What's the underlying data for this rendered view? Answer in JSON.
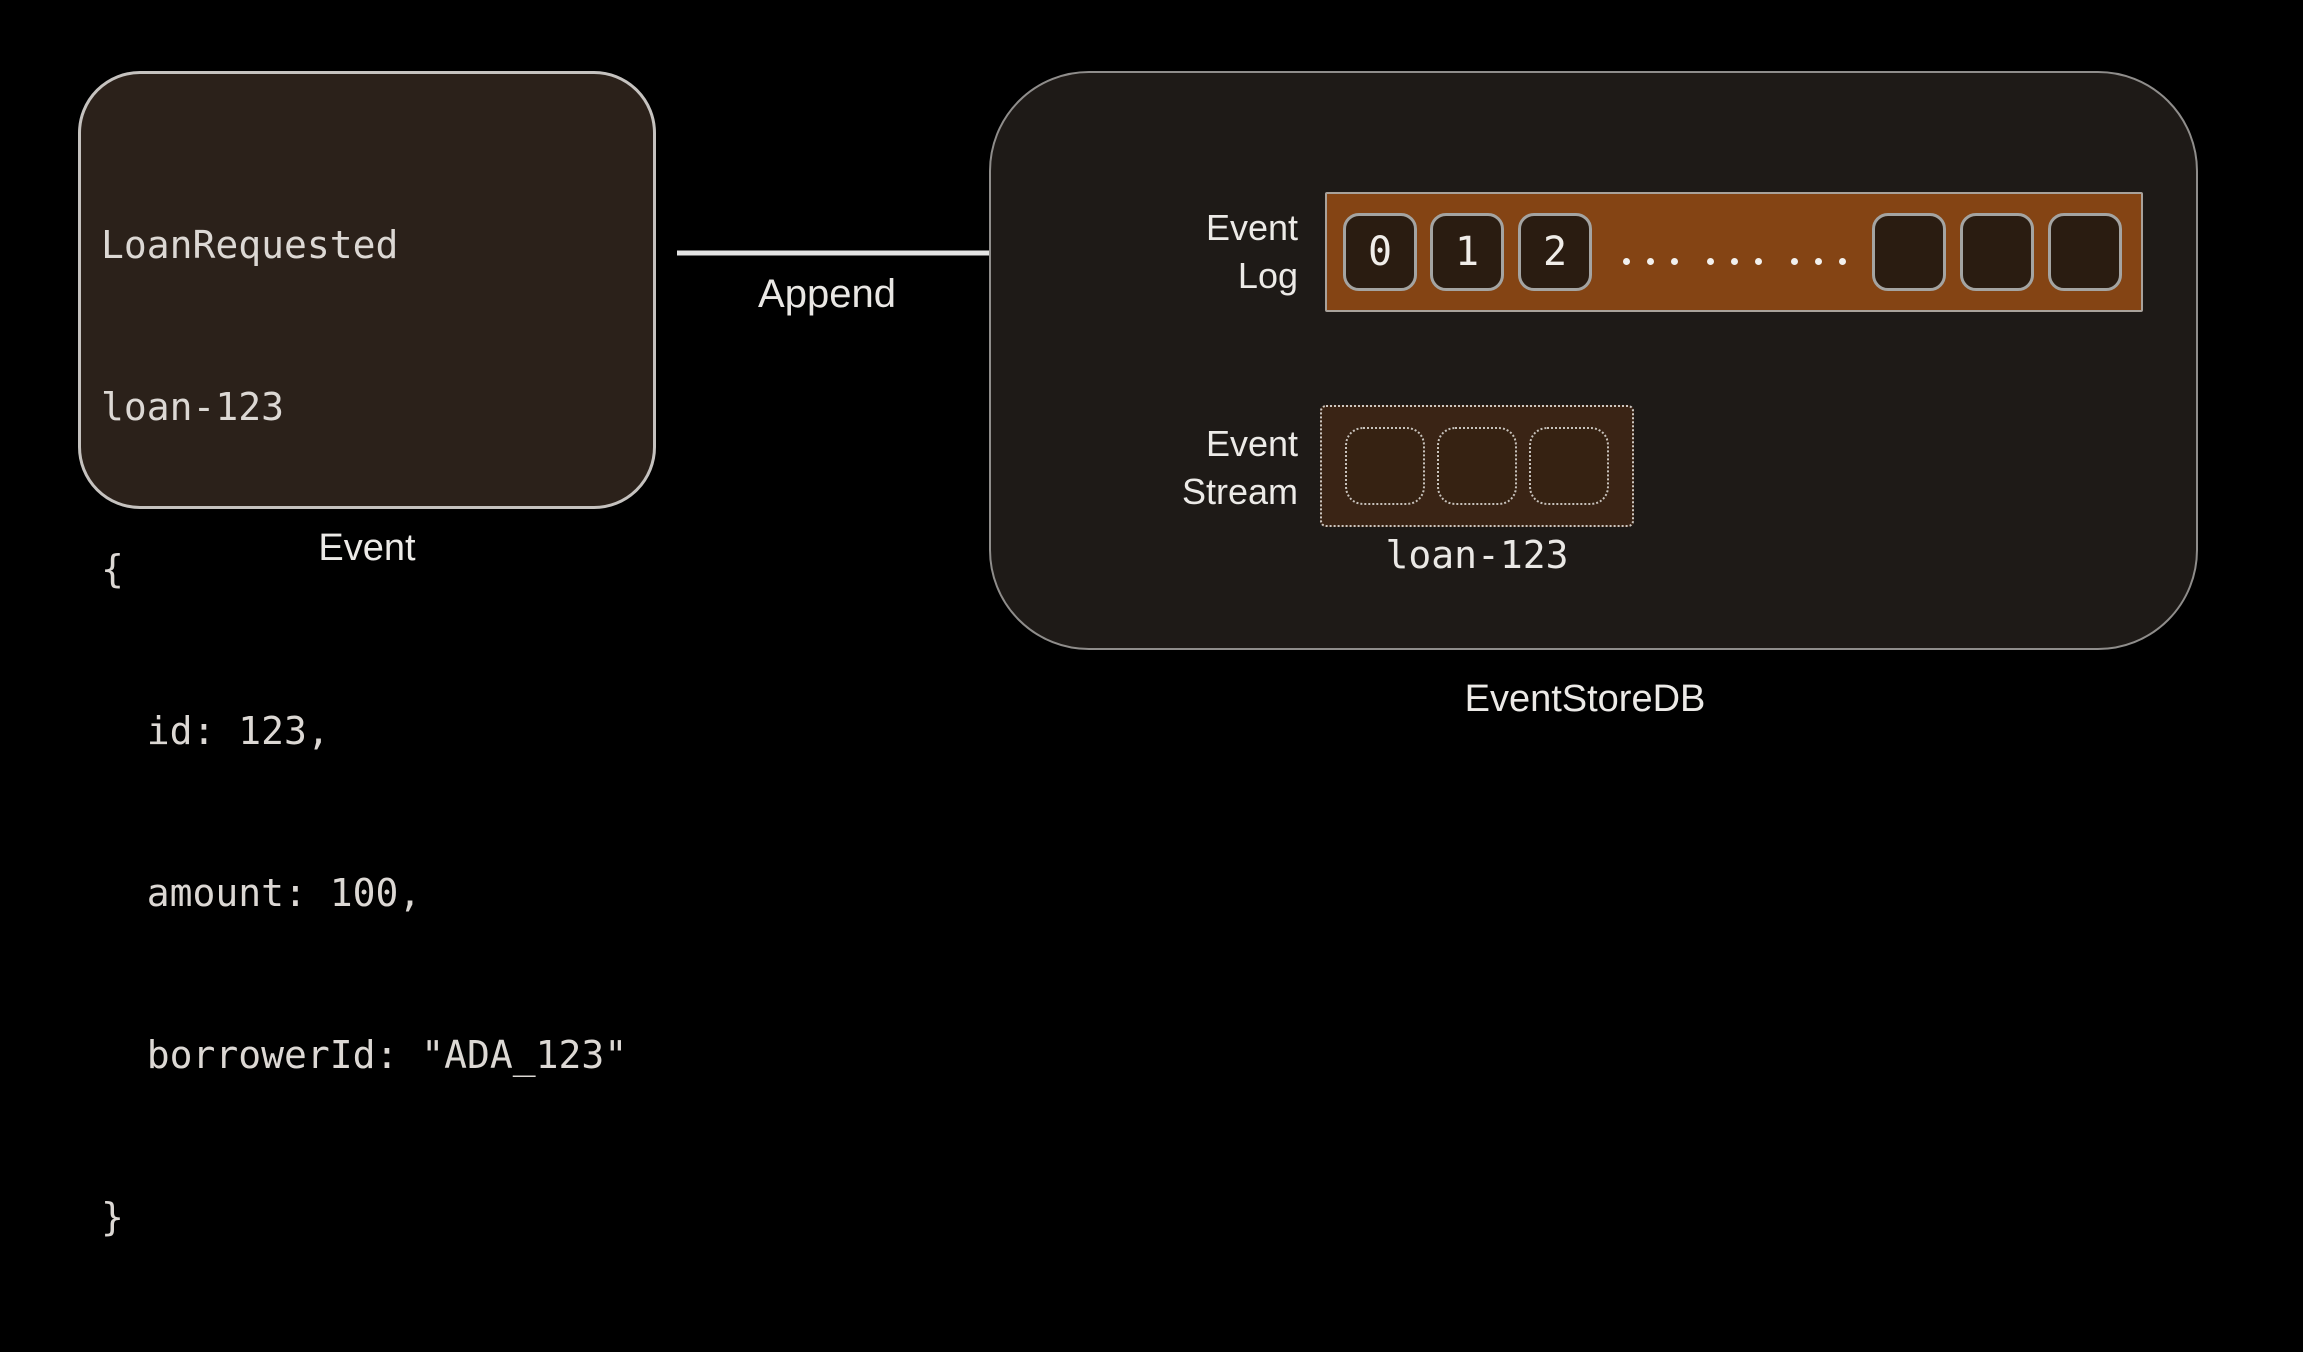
{
  "colors": {
    "background": "#000000",
    "event_card_fill": "#2b211a",
    "event_card_border": "#c5c2bf",
    "container_fill": "#1e1a17",
    "container_border": "#8f8d8b",
    "log_bar_fill": "#844414",
    "cell_fill": "#2a1c11",
    "cell_border": "#a4a4a2",
    "stream_box_fill": "#3a2415",
    "stream_dotted_border": "#cdc7c1",
    "arrow": "#e4e4e4",
    "text": "#eae8e5"
  },
  "event_card": {
    "code_lines": [
      "LoanRequested",
      "loan-123",
      "{",
      "  id: 123,",
      "  amount: 100,",
      "  borrowerId: \"ADA_123\"",
      "}"
    ],
    "caption": "Event"
  },
  "append_arrow": {
    "label": "Append"
  },
  "eventstore": {
    "caption": "EventStoreDB",
    "event_log": {
      "label": [
        "Event",
        "Log"
      ],
      "cells": [
        "0",
        "1",
        "2"
      ],
      "ellipsis": "... ... ...",
      "empty_cell_count": 3
    },
    "event_stream": {
      "label": [
        "Event",
        "Stream"
      ],
      "placeholder_cell_count": 3,
      "stream_name": "loan-123"
    }
  }
}
